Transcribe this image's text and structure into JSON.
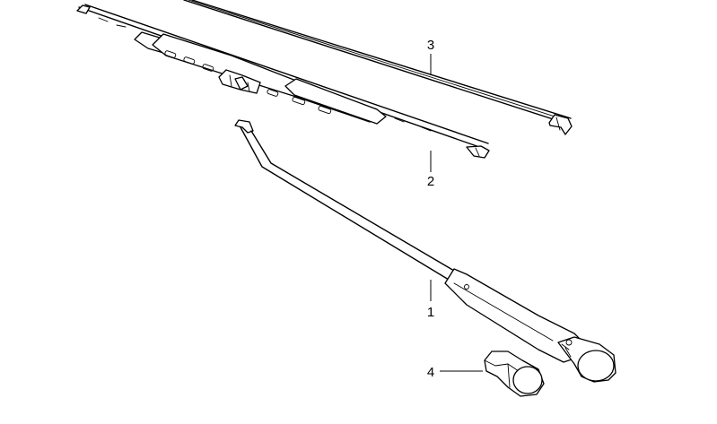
{
  "diagram": {
    "callouts": [
      {
        "id": "1",
        "label": "1",
        "part": "wiper-arm"
      },
      {
        "id": "2",
        "label": "2",
        "part": "wiper-blade"
      },
      {
        "id": "3",
        "label": "3",
        "part": "wiper-rubber-refill"
      },
      {
        "id": "4",
        "label": "4",
        "part": "wiper-arm-cap"
      }
    ]
  }
}
